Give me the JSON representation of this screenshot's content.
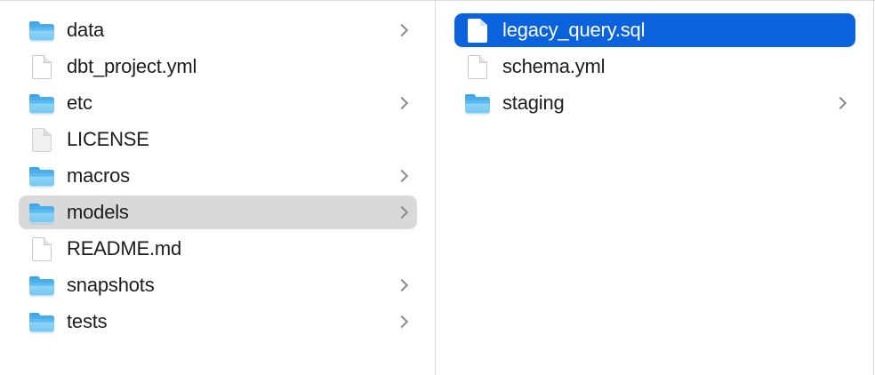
{
  "window": {
    "view_mode": "column",
    "accent_color": "#0a63dc",
    "inactive_selection_color": "#d9d9d9",
    "divider_color": "#dcdcdc",
    "background_color": "#ffffff",
    "text_color": "#1d1d1f",
    "chevron_color": "#8a8a8e"
  },
  "columns": [
    {
      "name": "primary-column",
      "items": [
        {
          "label": "data",
          "kind": "folder",
          "icon": "folder-icon",
          "has_chevron": true,
          "selected": false,
          "selection_style": "none"
        },
        {
          "label": "dbt_project.yml",
          "kind": "file",
          "icon": "document-icon",
          "has_chevron": false,
          "selected": false,
          "selection_style": "none"
        },
        {
          "label": "etc",
          "kind": "folder",
          "icon": "folder-icon",
          "has_chevron": true,
          "selected": false,
          "selection_style": "none"
        },
        {
          "label": "LICENSE",
          "kind": "file-generic",
          "icon": "document-plain-icon",
          "has_chevron": false,
          "selected": false,
          "selection_style": "none"
        },
        {
          "label": "macros",
          "kind": "folder",
          "icon": "folder-icon",
          "has_chevron": true,
          "selected": false,
          "selection_style": "none"
        },
        {
          "label": "models",
          "kind": "folder",
          "icon": "folder-icon",
          "has_chevron": true,
          "selected": true,
          "selection_style": "inactive"
        },
        {
          "label": "README.md",
          "kind": "file",
          "icon": "document-icon",
          "has_chevron": false,
          "selected": false,
          "selection_style": "none"
        },
        {
          "label": "snapshots",
          "kind": "folder",
          "icon": "folder-icon",
          "has_chevron": true,
          "selected": false,
          "selection_style": "none"
        },
        {
          "label": "tests",
          "kind": "folder",
          "icon": "folder-icon",
          "has_chevron": true,
          "selected": false,
          "selection_style": "none"
        }
      ]
    },
    {
      "name": "secondary-column",
      "items": [
        {
          "label": "legacy_query.sql",
          "kind": "file",
          "icon": "document-icon",
          "has_chevron": false,
          "selected": true,
          "selection_style": "active"
        },
        {
          "label": "schema.yml",
          "kind": "file",
          "icon": "document-icon",
          "has_chevron": false,
          "selected": false,
          "selection_style": "none"
        },
        {
          "label": "staging",
          "kind": "folder",
          "icon": "folder-icon",
          "has_chevron": true,
          "selected": false,
          "selection_style": "none"
        }
      ]
    }
  ]
}
